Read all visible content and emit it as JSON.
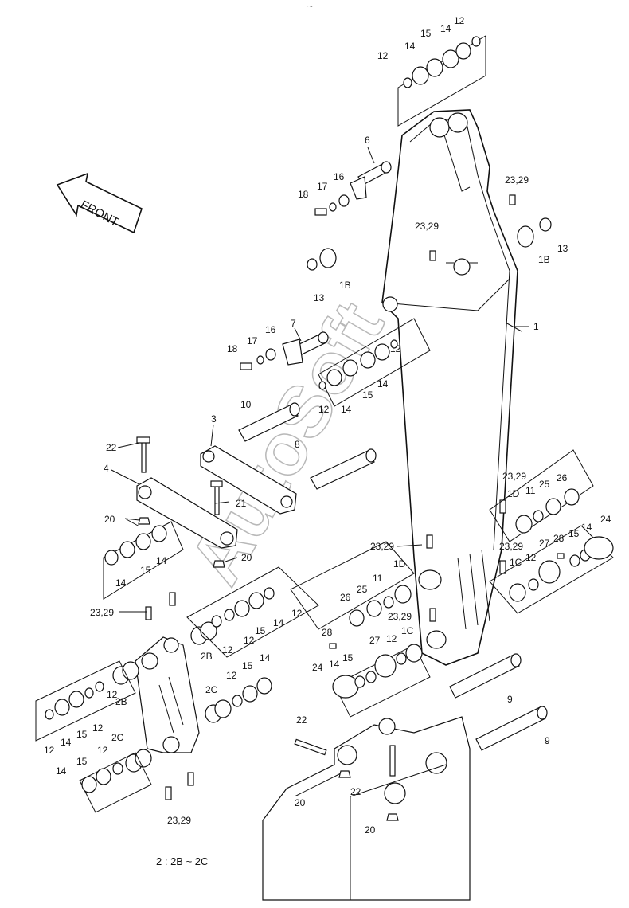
{
  "diagram": {
    "header_mark": "~",
    "front_label": "FRONT",
    "watermark": "AutoSoft",
    "footnote": "2 : 2B ~ 2C",
    "parts": [
      {
        "id": "p1",
        "text": "1"
      },
      {
        "id": "p1b_r",
        "text": "1B"
      },
      {
        "id": "p1b_l",
        "text": "1B"
      },
      {
        "id": "p1c_r",
        "text": "1C"
      },
      {
        "id": "p1c_l",
        "text": "1C"
      },
      {
        "id": "p1d_r",
        "text": "1D"
      },
      {
        "id": "p1d_l",
        "text": "1D"
      },
      {
        "id": "p2b_a",
        "text": "2B"
      },
      {
        "id": "p2b_b",
        "text": "2B"
      },
      {
        "id": "p2c_a",
        "text": "2C"
      },
      {
        "id": "p2c_b",
        "text": "2C"
      },
      {
        "id": "p3",
        "text": "3"
      },
      {
        "id": "p4",
        "text": "4"
      },
      {
        "id": "p6",
        "text": "6"
      },
      {
        "id": "p7",
        "text": "7"
      },
      {
        "id": "p8",
        "text": "8"
      },
      {
        "id": "p9_a",
        "text": "9"
      },
      {
        "id": "p9_b",
        "text": "9"
      },
      {
        "id": "p10",
        "text": "10"
      },
      {
        "id": "p11_r",
        "text": "11"
      },
      {
        "id": "p11_l",
        "text": "11"
      },
      {
        "id": "p12_t1",
        "text": "12"
      },
      {
        "id": "p12_t2",
        "text": "12"
      },
      {
        "id": "p12_m1",
        "text": "12"
      },
      {
        "id": "p12_m2",
        "text": "12"
      },
      {
        "id": "p12_r",
        "text": "12"
      },
      {
        "id": "p12_c1",
        "text": "12"
      },
      {
        "id": "p12_c2",
        "text": "12"
      },
      {
        "id": "p12_c3",
        "text": "12"
      },
      {
        "id": "p12_l1",
        "text": "12"
      },
      {
        "id": "p12_l2",
        "text": "12"
      },
      {
        "id": "p12_l3",
        "text": "12"
      },
      {
        "id": "p12_l4",
        "text": "12"
      },
      {
        "id": "p12_b1",
        "text": "12"
      },
      {
        "id": "p12_b2",
        "text": "12"
      },
      {
        "id": "p13_r",
        "text": "13"
      },
      {
        "id": "p13_l",
        "text": "13"
      },
      {
        "id": "p14_t",
        "text": "14"
      },
      {
        "id": "p14_t2",
        "text": "14"
      },
      {
        "id": "p14_m1",
        "text": "14"
      },
      {
        "id": "p14_m2",
        "text": "14"
      },
      {
        "id": "p14_r",
        "text": "14"
      },
      {
        "id": "p14_c1",
        "text": "14"
      },
      {
        "id": "p14_c2",
        "text": "14"
      },
      {
        "id": "p14_l1",
        "text": "14"
      },
      {
        "id": "p14_l2",
        "text": "14"
      },
      {
        "id": "p14_l3",
        "text": "14"
      },
      {
        "id": "p14_b1",
        "text": "14"
      },
      {
        "id": "p14_b2",
        "text": "14"
      },
      {
        "id": "p15_t",
        "text": "15"
      },
      {
        "id": "p15_m",
        "text": "15"
      },
      {
        "id": "p15_r",
        "text": "15"
      },
      {
        "id": "p15_c1",
        "text": "15"
      },
      {
        "id": "p15_c2",
        "text": "15"
      },
      {
        "id": "p15_l1",
        "text": "15"
      },
      {
        "id": "p15_l2",
        "text": "15"
      },
      {
        "id": "p15_l3",
        "text": "15"
      },
      {
        "id": "p15_b",
        "text": "15"
      },
      {
        "id": "p16_a",
        "text": "16"
      },
      {
        "id": "p16_b",
        "text": "16"
      },
      {
        "id": "p17_a",
        "text": "17"
      },
      {
        "id": "p17_b",
        "text": "17"
      },
      {
        "id": "p18_a",
        "text": "18"
      },
      {
        "id": "p18_b",
        "text": "18"
      },
      {
        "id": "p20_a",
        "text": "20"
      },
      {
        "id": "p20_b",
        "text": "20"
      },
      {
        "id": "p20_c",
        "text": "20"
      },
      {
        "id": "p20_d",
        "text": "20"
      },
      {
        "id": "p21",
        "text": "21"
      },
      {
        "id": "p22_a",
        "text": "22"
      },
      {
        "id": "p22_b",
        "text": "22"
      },
      {
        "id": "p22_c",
        "text": "22"
      },
      {
        "id": "p23_a",
        "text": "23,29"
      },
      {
        "id": "p23_b",
        "text": "23,29"
      },
      {
        "id": "p23_c",
        "text": "23,29"
      },
      {
        "id": "p23_d",
        "text": "23,29"
      },
      {
        "id": "p23_e",
        "text": "23,29"
      },
      {
        "id": "p23_f",
        "text": "23,29"
      },
      {
        "id": "p23_g",
        "text": "23,29"
      },
      {
        "id": "p23_h",
        "text": "23,29"
      },
      {
        "id": "p24_r",
        "text": "24"
      },
      {
        "id": "p24_l",
        "text": "24"
      },
      {
        "id": "p25_r",
        "text": "25"
      },
      {
        "id": "p25_l",
        "text": "25"
      },
      {
        "id": "p26_r",
        "text": "26"
      },
      {
        "id": "p26_l",
        "text": "26"
      },
      {
        "id": "p27_r",
        "text": "27"
      },
      {
        "id": "p27_l",
        "text": "27"
      },
      {
        "id": "p28_r",
        "text": "28"
      },
      {
        "id": "p28_l",
        "text": "28"
      }
    ]
  }
}
